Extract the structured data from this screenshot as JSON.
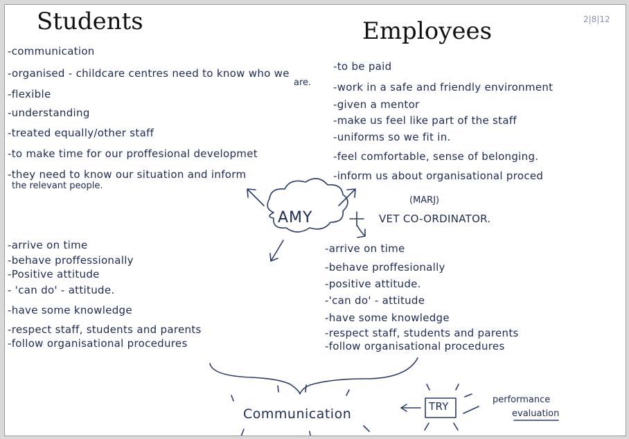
{
  "date": "2|8|12",
  "students": {
    "heading": "Students",
    "top_list": [
      "-communication",
      "-organised - childcare centres need to know who we",
      "are.",
      "-flexible",
      "-understanding",
      "-treated equally/other staff",
      "-to make time for our proffesional developmet",
      "-they need to know our situation and inform",
      "the relevant people."
    ],
    "bottom_list": [
      "-arrive on time",
      "-behave proffessionally",
      "-Positive attitude",
      "- 'can do' - attitude.",
      "-have some knowledge",
      "-respect staff, students and parents",
      "-follow organisational procedures"
    ]
  },
  "employees": {
    "heading": "Employees",
    "top_list": [
      "-to be paid",
      "-work in a safe and friendly environment",
      "-given a mentor",
      "-make us feel like part of the staff",
      "-uniforms so we fit in.",
      "-feel comfortable, sense of belonging.",
      "-inform us about organisational proced"
    ],
    "bottom_list": [
      "-arrive on time",
      "-behave proffesionally",
      "-positive attitude.",
      "-'can do' - attitude",
      "-have some knowledge",
      "-respect staff, students and parents",
      "-follow organisational procedures"
    ]
  },
  "center": {
    "cloud_label": "AMY",
    "plus": "+",
    "coordinator_name": "(MARJ)",
    "coordinator_role": "VET CO-ORDINATOR."
  },
  "bottom": {
    "communication": "Communication",
    "try_label": "TRY",
    "performance_line1": "performance",
    "performance_line2": "evaluation"
  }
}
